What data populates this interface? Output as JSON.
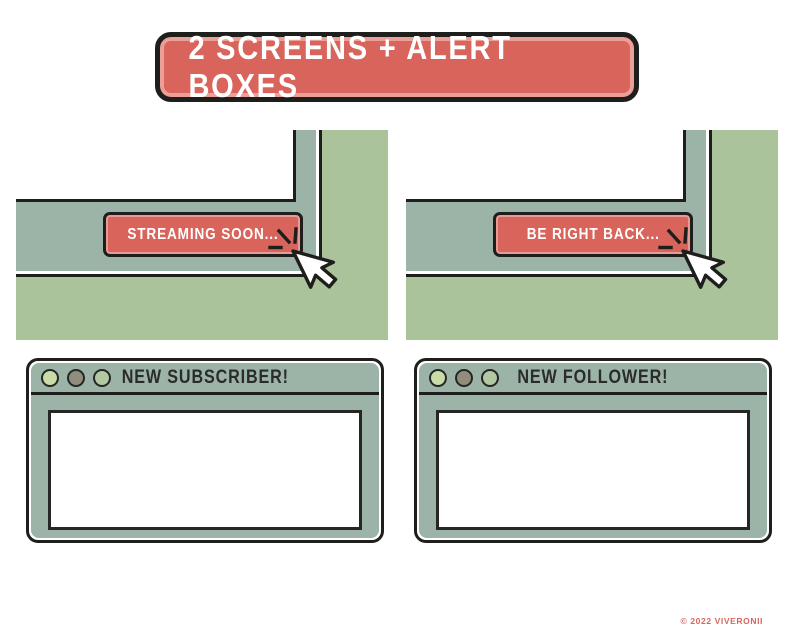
{
  "page": {
    "background": "#ffffff",
    "credit": "© 2022 VIVERONII",
    "credit_color": "#d8655d"
  },
  "banner": {
    "label": "2 SCREENS + ALERT BOXES",
    "fill": "#d8645c",
    "highlight": "#eb9f98",
    "border": "#1e1e1c",
    "text_color": "#ffffff"
  },
  "screens": [
    {
      "button_label": "STREAMING SOON...",
      "cursor": "mouse-pointer-click-icon"
    },
    {
      "button_label": "BE RIGHT BACK...",
      "cursor": "mouse-pointer-click-icon"
    }
  ],
  "screen_style": {
    "panel_background": "#abc39b",
    "frame": "#9cb3a8",
    "content": "#ffffff",
    "button_fill": "#d8645c",
    "button_highlight": "#e79b94",
    "outline": "#1e1e1c"
  },
  "alerts": [
    {
      "title": "NEW SUBSCRIBER!",
      "dots": [
        "#c9dca7",
        "#908d7c",
        "#b3c7a3"
      ]
    },
    {
      "title": "NEW FOLLOWER!",
      "dots": [
        "#c9dca7",
        "#908d7c",
        "#b3c7a3"
      ]
    }
  ],
  "alert_style": {
    "fill": "#9cb3a8",
    "outline": "#262624",
    "title_color": "#2b2b29",
    "content": "#ffffff"
  }
}
